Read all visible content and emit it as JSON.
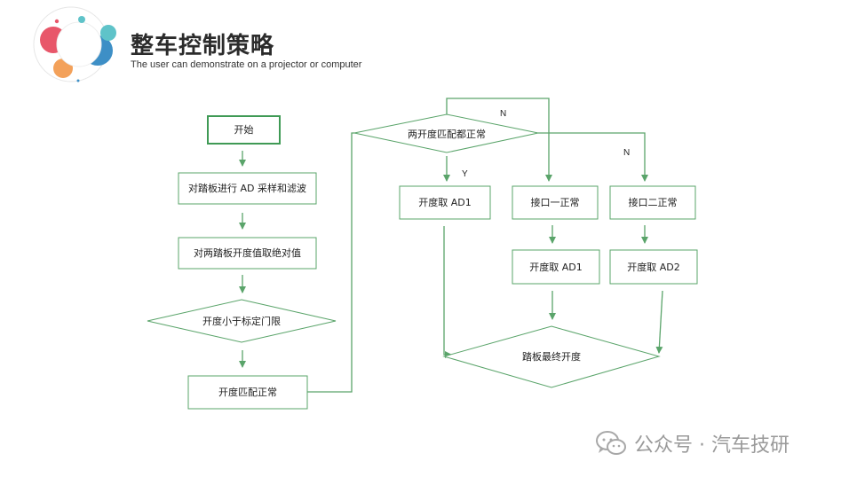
{
  "header": {
    "title": "整车控制策略",
    "subtitle": "The user can demonstrate on a projector or computer"
  },
  "flow": {
    "start": "开始",
    "step_ad_sample": "对踏板进行 AD 采样和滤波",
    "step_abs_value": "对两踏板开度值取绝对值",
    "decision_threshold": "开度小于标定门限",
    "step_match_ok": "开度匹配正常",
    "decision_both_ok": "两开度匹配都正常",
    "step_take_ad1_main": "开度取 AD1",
    "step_if1_ok": "接口一正常",
    "step_if2_ok": "接口二正常",
    "step_take_ad1": "开度取 AD1",
    "step_take_ad2": "开度取 AD2",
    "final": "踏板最终开度",
    "label_n_top": "N",
    "label_y": "Y",
    "label_n_right": "N"
  },
  "watermark": {
    "text": "公众号 · 汽车技研"
  },
  "colors": {
    "edge": "#5aa46a",
    "deco_red": "#e8576a",
    "deco_blue": "#3d8fc6",
    "deco_teal": "#5fc3c9",
    "deco_orange": "#f3a15a"
  }
}
